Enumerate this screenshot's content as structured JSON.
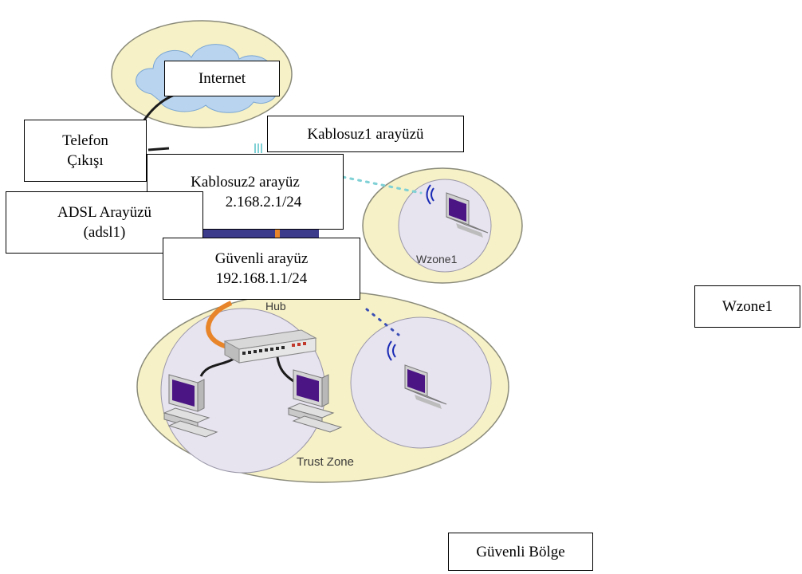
{
  "colors": {
    "zone_fill": "#f6f1c6",
    "zone_inner": "#e7e3ef",
    "cloud": "#b9d4ef",
    "cable_orange": "#e8852a",
    "wireless_cyan": "#7fd1d6",
    "wireless_blue": "#3b4fb5",
    "screen": "#4b1684"
  },
  "icons": {
    "cloud": "cloud-icon",
    "hub": "network-hub-icon",
    "laptop": "laptop-icon",
    "desktop": "desktop-computer-icon",
    "wifi": "wifi-signal-icon"
  },
  "diagram": {
    "hub_label": "Hub",
    "wzone_label": "Wzone1",
    "trust_zone_label": "Trust Zone"
  },
  "callouts": {
    "internet": "Internet",
    "telefon_line1": "Telefon",
    "telefon_line2": "Çıkışı",
    "kablosuz1": "Kablosuz1 arayüzü",
    "kablosuz2_line1": "Kablosuz2 arayüz",
    "kablosuz2_line2": "2.168.2.1/24",
    "adsl_line1": "ADSL Arayüzü",
    "adsl_line2": "(adsl1)",
    "guvenli_line1": "Güvenli arayüz",
    "guvenli_line2": "192.168.1.1/24",
    "wzone1": "Wzone1",
    "guvenli_bolge": "Güvenli Bölge"
  }
}
